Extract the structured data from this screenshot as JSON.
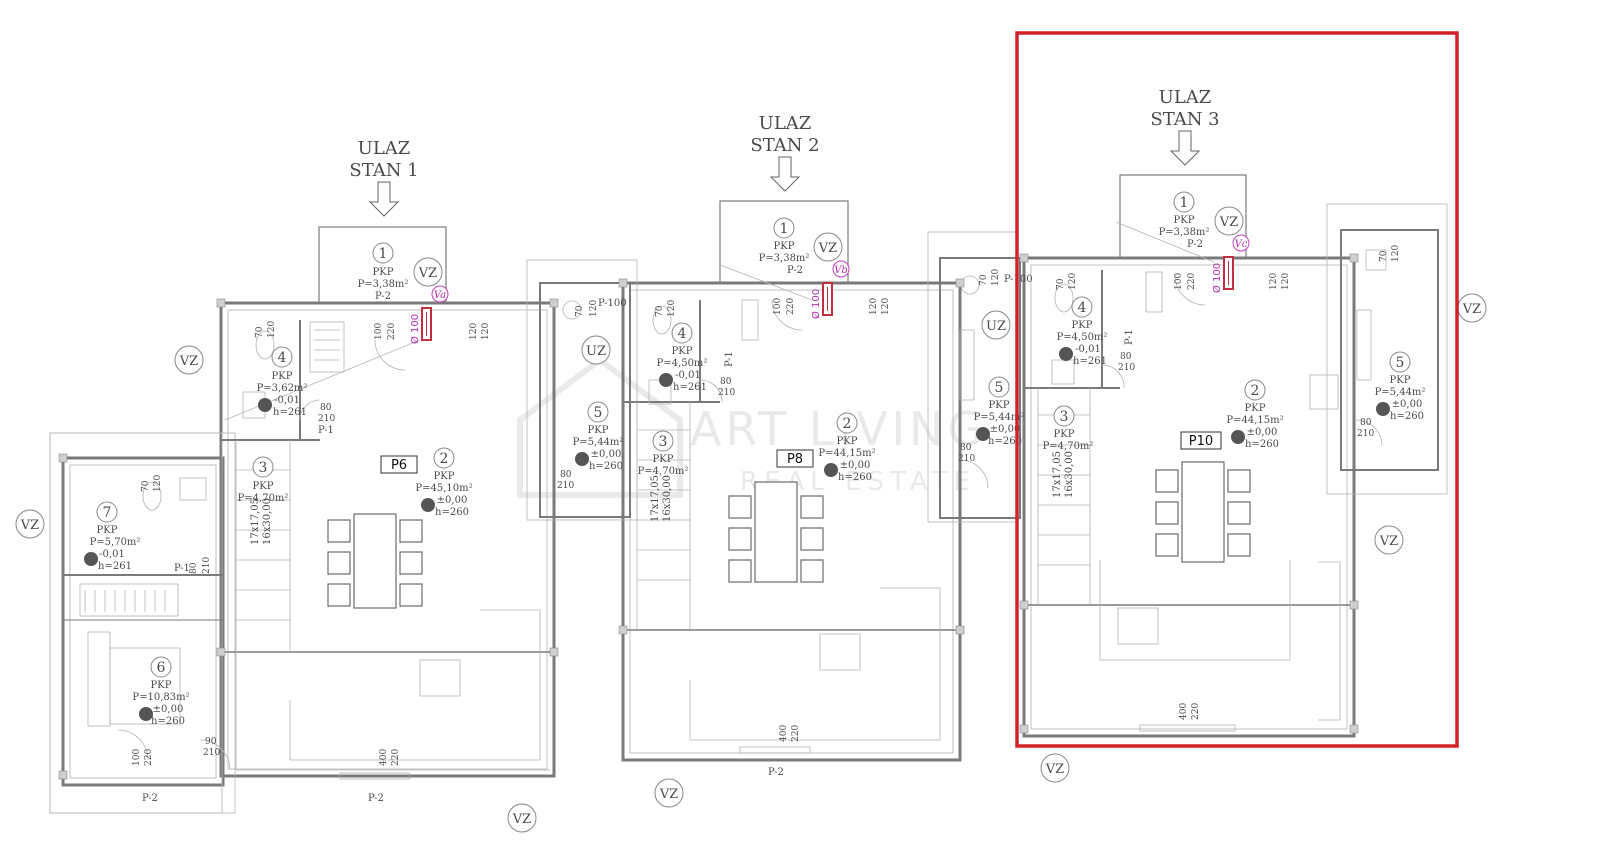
{
  "entrances": [
    {
      "line1": "ULAZ",
      "line2": "STAN 1"
    },
    {
      "line1": "ULAZ",
      "line2": "STAN 2"
    },
    {
      "line1": "ULAZ",
      "line2": "STAN 3"
    }
  ],
  "unit_tags": [
    "P6",
    "P8",
    "P10"
  ],
  "vent_labels": [
    "Va",
    "Vb",
    "Vc"
  ],
  "vz": "VZ",
  "uz": "UZ",
  "pipe_label": "Ø 100",
  "pkp": "PKP",
  "rooms": [
    {
      "num": "1",
      "area": "P=3,38m²",
      "l2": "P-2",
      "l3": ""
    },
    {
      "num": "4",
      "area": "P=3,62m²",
      "l2": "-0,01",
      "l3": "h=261"
    },
    {
      "num": "3",
      "area": "P=4,70m²",
      "l2": "",
      "l3": ""
    },
    {
      "num": "2",
      "area": "P=45,10m²",
      "l2": "±0,00",
      "l3": "h=260"
    },
    {
      "num": "7",
      "area": "P=5,70m²",
      "l2": "-0,01",
      "l3": "h=261"
    },
    {
      "num": "6",
      "area": "P=10,83m²",
      "l2": "±0,00",
      "l3": "h=260"
    },
    {
      "num": "1",
      "area": "P=3,38m²",
      "l2": "P-2",
      "l3": ""
    },
    {
      "num": "4",
      "area": "P=4,50m²",
      "l2": "-0,01",
      "l3": "h=261"
    },
    {
      "num": "5",
      "area": "P=5,44m²",
      "l2": "±0,00",
      "l3": "h=260"
    },
    {
      "num": "3",
      "area": "P=4,70m²",
      "l2": "",
      "l3": ""
    },
    {
      "num": "2",
      "area": "P=44,15m²",
      "l2": "±0,00",
      "l3": "h=260"
    },
    {
      "num": "5",
      "area": "P=5,44m²",
      "l2": "±0,00",
      "l3": "h=260"
    },
    {
      "num": "1",
      "area": "P=3,38m²",
      "l2": "P-2",
      "l3": ""
    },
    {
      "num": "4",
      "area": "P=4,50m²",
      "l2": "-0,01",
      "l3": "h=261"
    },
    {
      "num": "3",
      "area": "P=4,70m²",
      "l2": "",
      "l3": ""
    },
    {
      "num": "2",
      "area": "P=44,15m²",
      "l2": "±0,00",
      "l3": "h=260"
    },
    {
      "num": "5",
      "area": "P=5,44m²",
      "l2": "±0,00",
      "l3": "h=260"
    }
  ],
  "stairs": [
    "17x17,05",
    "16x30,00"
  ],
  "door_dims": [
    "80",
    "210",
    "70",
    "120",
    "100",
    "220",
    "400",
    "90"
  ],
  "panel_labels": [
    "P-1",
    "P-2",
    "P-100"
  ],
  "watermark": {
    "line1": "ART LIVING",
    "line2": "REAL ESTATE"
  },
  "colors": {
    "highlight": "#d3202a",
    "vent": "#c040c0",
    "pipe": "#c03040"
  }
}
